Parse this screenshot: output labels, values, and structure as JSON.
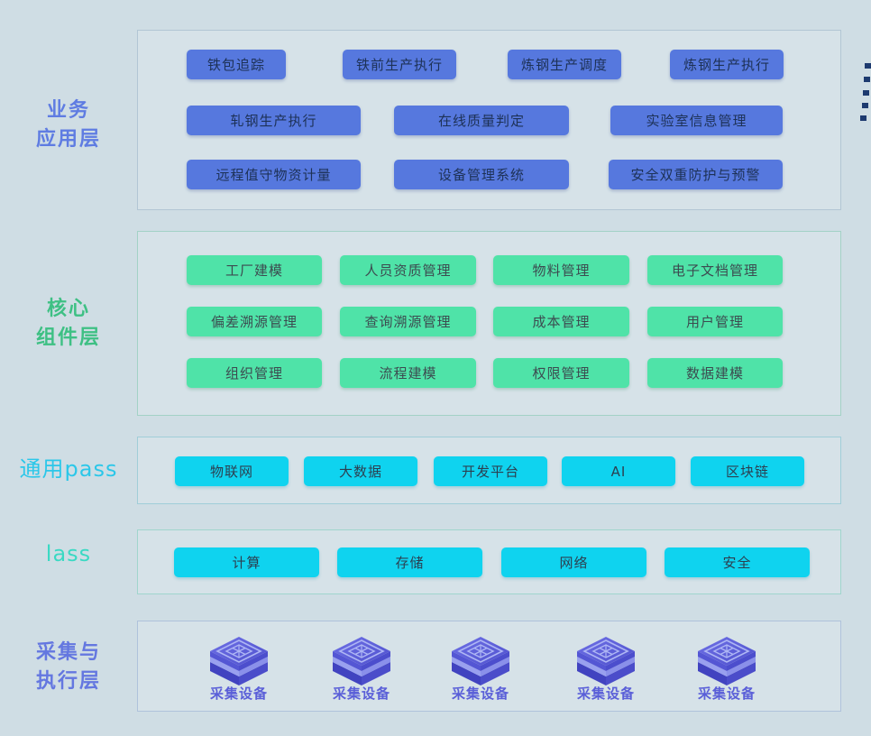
{
  "page": {
    "background": "#cfdde4",
    "accents": {
      "blue_button": "#5678de",
      "green_button": "#4fe3a8",
      "cyan_button": "#0fd3ef",
      "business_label": "#5f7ce2",
      "core_label": "#3ec084",
      "paas_label": "#2bc7e9",
      "iaas_label": "#3ad9c3",
      "collect_label": "#6477e0",
      "device_label": "#5a5fd8",
      "decor_square": "#1d3a6f"
    }
  },
  "layers": {
    "business": {
      "label": [
        "业务",
        "应用层"
      ],
      "rows": [
        [
          "铁包追踪",
          "铁前生产执行",
          "炼钢生产调度",
          "炼钢生产执行"
        ],
        [
          "轧钢生产执行",
          "在线质量判定",
          "实验室信息管理"
        ],
        [
          "远程值守物资计量",
          "设备管理系统",
          "安全双重防护与预警"
        ]
      ]
    },
    "core": {
      "label": [
        "核心",
        "组件层"
      ],
      "rows": [
        [
          "工厂建模",
          "人员资质管理",
          "物料管理",
          "电子文档管理"
        ],
        [
          "偏差溯源管理",
          "查询溯源管理",
          "成本管理",
          "用户管理"
        ],
        [
          "组织管理",
          "流程建模",
          "权限管理",
          "数据建模"
        ]
      ]
    },
    "paas": {
      "label": [
        "通用pass"
      ],
      "rows": [
        [
          "物联网",
          "大数据",
          "开发平台",
          "AI",
          "区块链"
        ]
      ]
    },
    "iaas": {
      "label": [
        "lass"
      ],
      "rows": [
        [
          "计算",
          "存储",
          "网络",
          "安全"
        ]
      ]
    },
    "collect": {
      "label": [
        "采集与",
        "执行层"
      ],
      "devices": [
        "采集设备",
        "采集设备",
        "采集设备",
        "采集设备",
        "采集设备"
      ]
    }
  }
}
